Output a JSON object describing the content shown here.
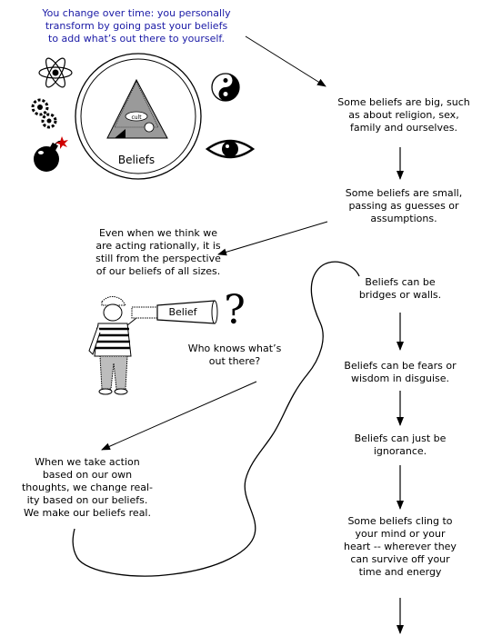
{
  "intro": "You change over time: you personally\ntransform by going past your beliefs\nto add what’s out there to yourself.",
  "beliefs_label": "Beliefs",
  "belief_tube_label": "Belief",
  "question_mark": "?",
  "who_knows": "Who knows what’s\nout there?",
  "big_beliefs": "Some beliefs are big, such\nas about religion, sex,\nfamily and ourselves.",
  "small_beliefs": "Some beliefs are small,\npassing as guesses or\nassumptions.",
  "rational": "Even when we think we\nare acting rationally, it is\nstill from the perspective\nof our beliefs of all sizes.",
  "action": "When we take action\nbased on our own\nthoughts, we change real-\nity based on our beliefs.\nWe make our beliefs real.",
  "bridges": "Beliefs can be\nbridges or walls.",
  "fears": "Beliefs can be fears or\nwisdom in disguise.",
  "ignorance": "Beliefs can just be\nignorance.",
  "cling": "Some beliefs cling to\nyour mind or your\nheart -- wherever they\ncan survive off your\ntime and energy",
  "icons": [
    "atom-icon",
    "gear-icon",
    "bomb-icon",
    "yin-yang-icon",
    "eye-icon",
    "pyramid-icon",
    "person-icon",
    "telescope-icon"
  ]
}
